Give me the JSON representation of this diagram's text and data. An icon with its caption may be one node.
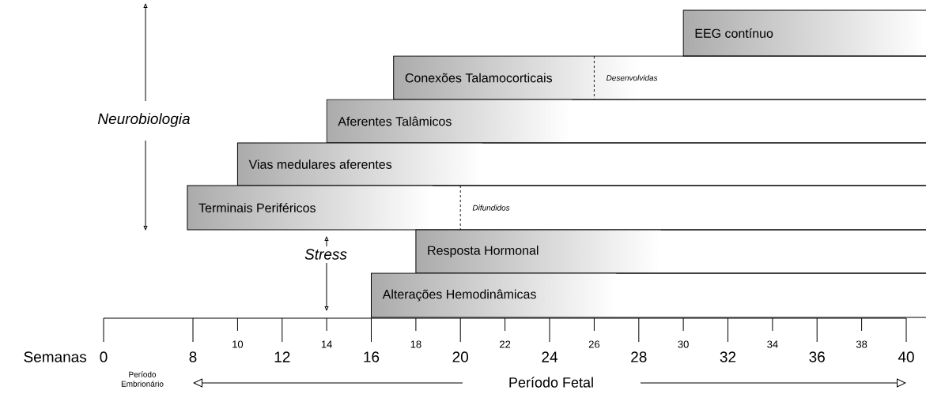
{
  "diagram": {
    "nodes": [
      {
        "text": [
          "EEG contínuo"
        ]
      },
      {
        "text": [
          "Conexões Talamocorticais",
          "Desenvolvidas"
        ]
      },
      {
        "text": [
          "Aferentes Talâmicos"
        ]
      },
      {
        "text": [
          "Vias medulares aferentes"
        ]
      },
      {
        "text": [
          "Terminais Periféricos",
          "Difundidos"
        ]
      },
      {
        "text": [
          "Resposta Hormonal"
        ]
      },
      {
        "text": [
          "Alterações Hemodinâmicas"
        ]
      }
    ],
    "edges": [],
    "labels": [
      "Neurobiologia",
      "Stress",
      "Semanas",
      "0",
      "8",
      "10",
      "12",
      "14",
      "16",
      "18",
      "20",
      "22",
      "24",
      "26",
      "28",
      "30",
      "32",
      "34",
      "36",
      "38",
      "40",
      "Período Embrionário",
      "Período Fetal"
    ]
  }
}
